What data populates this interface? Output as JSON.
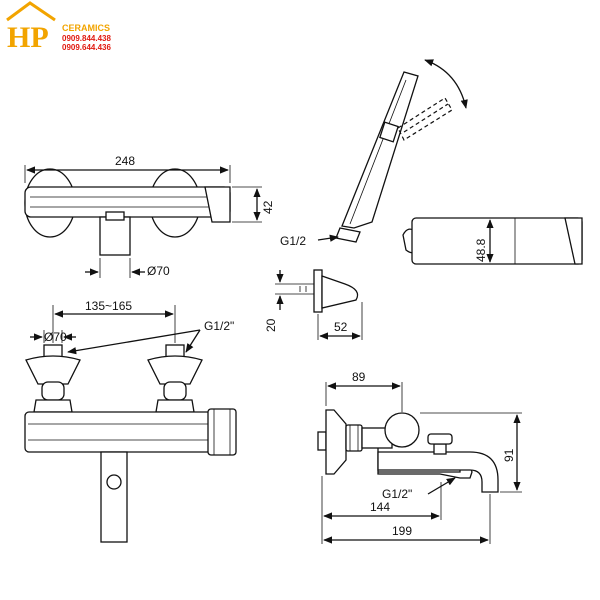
{
  "logo": {
    "letters": "HP",
    "brand": "CERAMICS",
    "phone_1": "0909.844.438",
    "phone_2": "0909.644.436",
    "brand_color": "#f2a400",
    "phone_color": "#e0190f"
  },
  "dimensions": {
    "shower_body_width": "248",
    "shower_body_height": "42",
    "shower_inlet_diameter": "Ø70",
    "shower_centers": "135~165",
    "shower_inlet_diameter_front": "Ø70",
    "shower_thread_front": "G1/2\"",
    "handshower_thread": "G1/2",
    "holder_height": "48.8",
    "bracket_height": "20",
    "bracket_depth": "52",
    "bath_projection": "89",
    "bath_height": "91",
    "bath_thread": "G1/2\"",
    "bath_spout_length": "144",
    "bath_total_length": "199"
  }
}
